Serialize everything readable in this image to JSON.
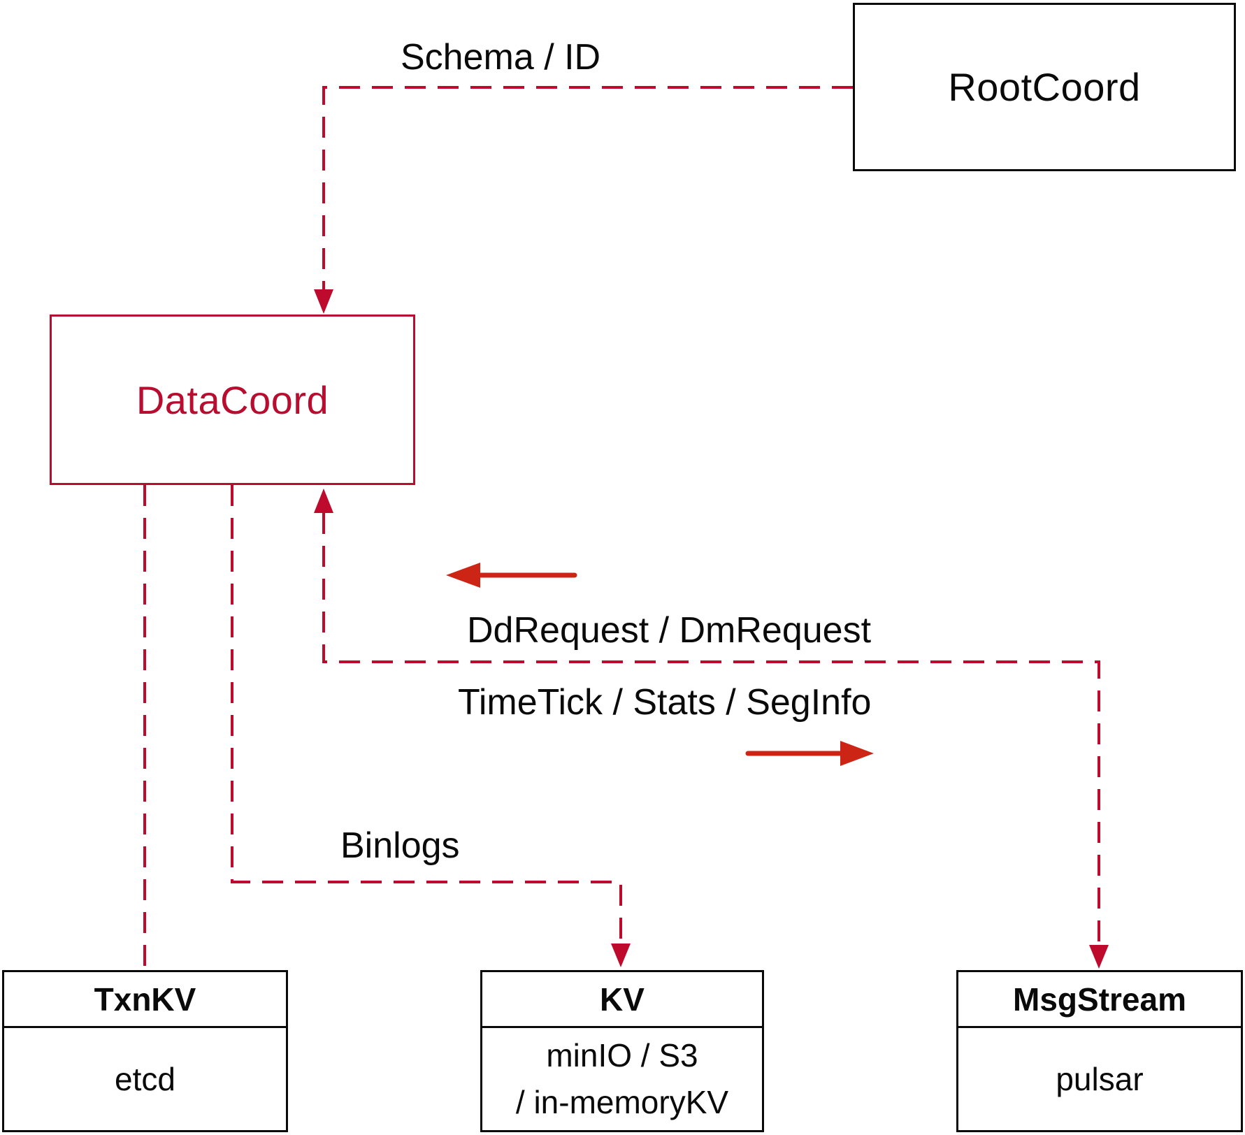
{
  "diagram": {
    "nodes": {
      "rootcoord": {
        "label": "RootCoord"
      },
      "datacoord": {
        "label": "DataCoord"
      },
      "txnkv": {
        "title": "TxnKV",
        "body": "etcd"
      },
      "kv": {
        "title": "KV",
        "body_line1": "minIO / S3",
        "body_line2": "/ in-memoryKV"
      },
      "msgstream": {
        "title": "MsgStream",
        "body": "pulsar"
      }
    },
    "edge_labels": {
      "schema_id": "Schema / ID",
      "dd_request": "DdRequest / DmRequest",
      "time_tick": "TimeTick / Stats / SegInfo",
      "binlogs": "Binlogs"
    },
    "colors": {
      "dashed_line": "#BE0B2D",
      "solid_arrow": "#CC2415",
      "datacoord_accent": "#B90D2F",
      "box_border": "#0a0a0a",
      "text": "#0a0a0a",
      "bg": "#ffffff"
    }
  }
}
